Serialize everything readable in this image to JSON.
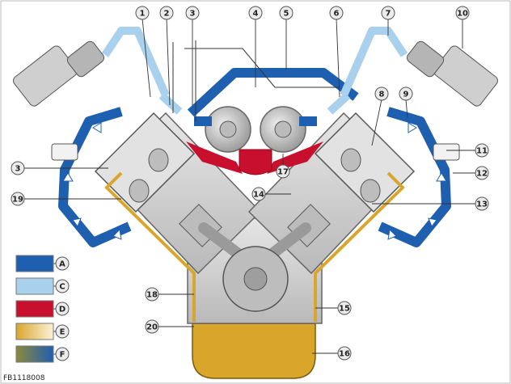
{
  "figure_id": "FB1118008",
  "colors": {
    "dark_blue": "#1f5fb0",
    "light_blue": "#a9d1ee",
    "red": "#c8102e",
    "gold": "#d9a62b",
    "metal": "#d3d3d3",
    "metal_dark": "#9a9a9a"
  },
  "legend": [
    {
      "letter": "A",
      "fill": "#1f5fb0"
    },
    {
      "letter": "C",
      "fill": "#a9d1ee"
    },
    {
      "letter": "D",
      "fill": "#c8102e"
    },
    {
      "letter": "E",
      "fill": "gradient-gold"
    },
    {
      "letter": "F",
      "fill": "gradient-olive-blue"
    }
  ],
  "callouts": [
    {
      "num": "1"
    },
    {
      "num": "2"
    },
    {
      "num": "3"
    },
    {
      "num": "4"
    },
    {
      "num": "5"
    },
    {
      "num": "6"
    },
    {
      "num": "7"
    },
    {
      "num": "10"
    },
    {
      "num": "8"
    },
    {
      "num": "9"
    },
    {
      "num": "11"
    },
    {
      "num": "12"
    },
    {
      "num": "13"
    },
    {
      "num": "14"
    },
    {
      "num": "17"
    },
    {
      "num": "3"
    },
    {
      "num": "19"
    },
    {
      "num": "18"
    },
    {
      "num": "15"
    },
    {
      "num": "20"
    },
    {
      "num": "16"
    }
  ]
}
